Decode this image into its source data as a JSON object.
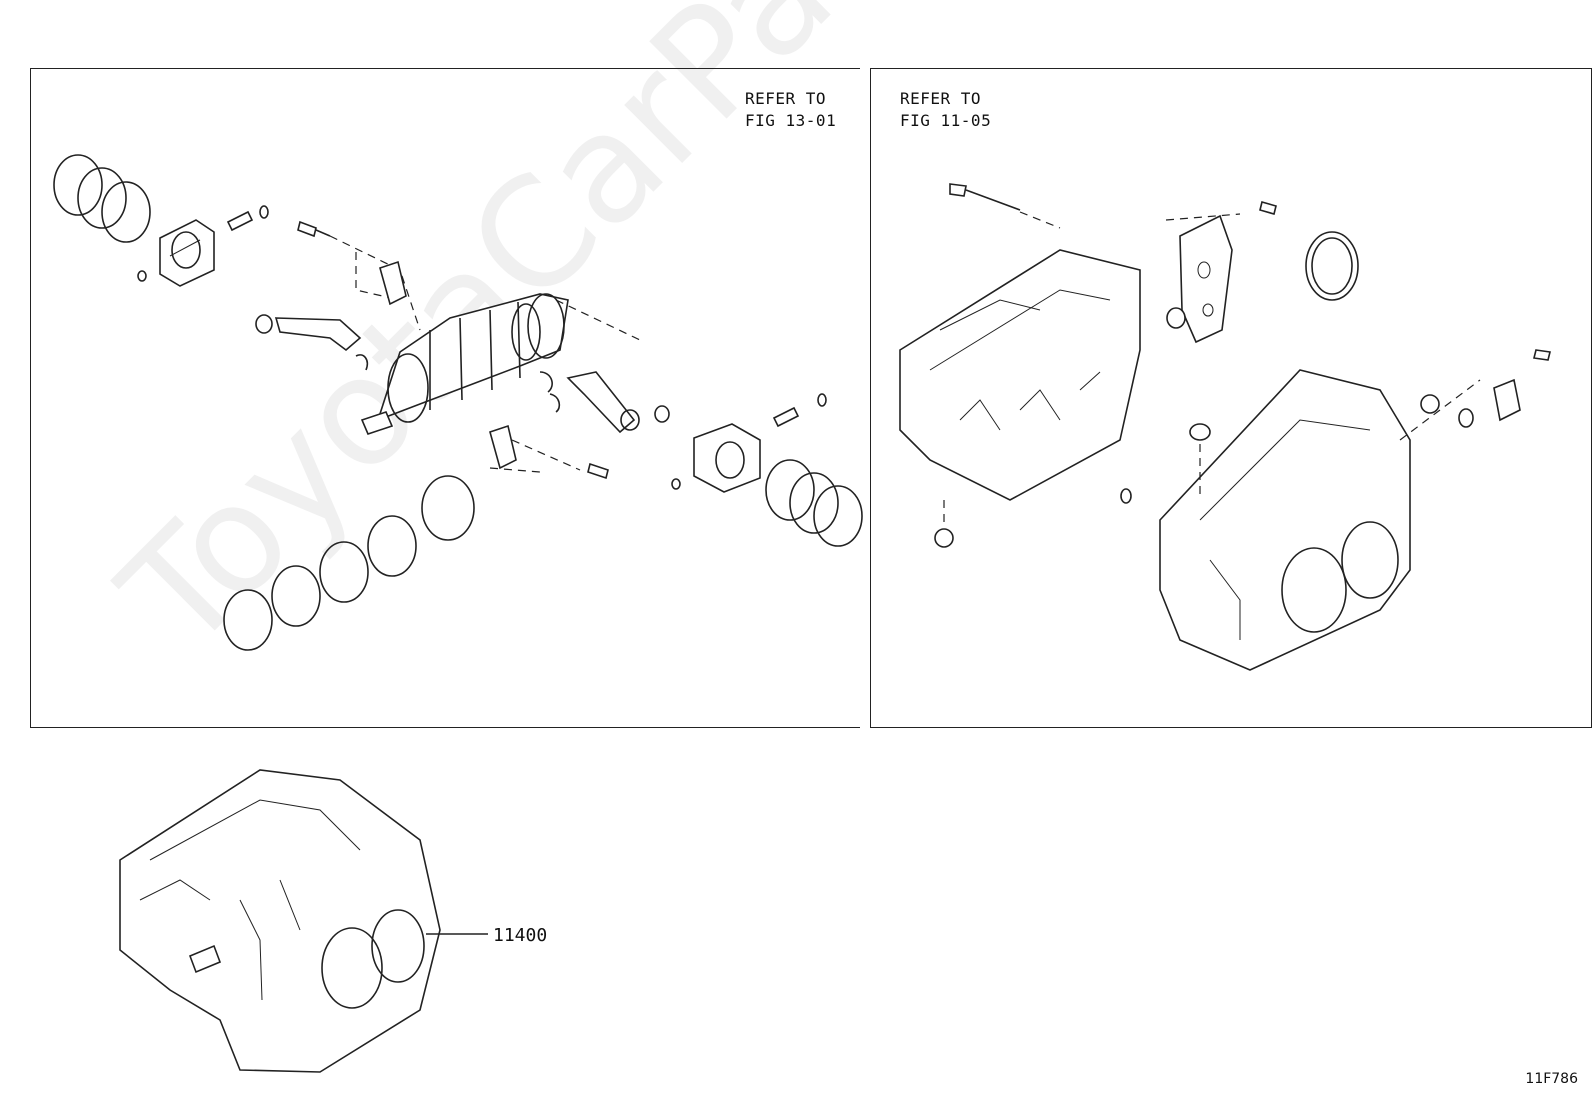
{
  "panels": {
    "left": {
      "refer_line1": "REFER TO",
      "refer_line2": "FIG 13-01"
    },
    "right": {
      "refer_line1": "REFER TO",
      "refer_line2": "FIG 11-05"
    }
  },
  "callout": {
    "part_number": "11400"
  },
  "figure_code": "11F786",
  "watermark": "ToyotaCarPart.ru"
}
